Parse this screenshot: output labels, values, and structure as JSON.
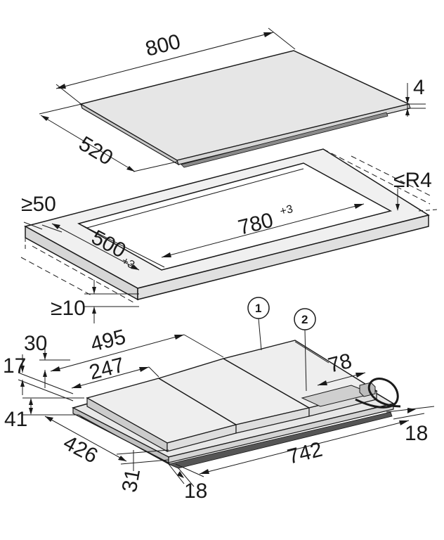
{
  "colors": {
    "stroke": "#1a1a1a",
    "glass": "#e4e4e4",
    "top": "#eeeeee",
    "side": "#d0d0d0",
    "dark": "#3a3a3a",
    "background": "#ffffff"
  },
  "dimensions": {
    "top_width": "800",
    "top_depth": "520",
    "top_thickness": "4",
    "cutout_width": "780",
    "cutout_width_tol": "+3",
    "cutout_depth": "500",
    "cutout_depth_tol": "+3",
    "corner_radius": "≤R4",
    "front_clearance": "≥50",
    "min_worktop_edge": "≥10",
    "unit_width": "495",
    "zone_width": "247",
    "connector_offset": "78",
    "height_30": "30",
    "height_17": "17",
    "height_41": "41",
    "base_depth": "426",
    "base_width": "742",
    "rear_offset": "31",
    "front_offset": "18",
    "side_offset": "18"
  },
  "callouts": [
    "1",
    "2"
  ],
  "icons": [
    "callout-circle-icon",
    "cable-loop-icon"
  ]
}
